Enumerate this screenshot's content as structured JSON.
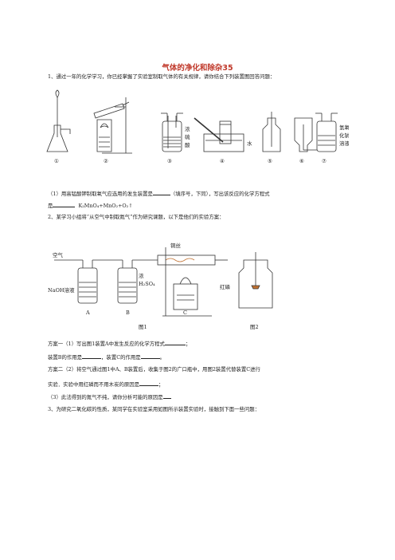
{
  "title": "气体的净化和除杂35",
  "q1": {
    "intro": "1、通过一年的化学学习，你已经掌握了实验室制取气体的有关规律，请你结合下列装置图回答问题：",
    "labels": {
      "conc_acid_1": "浓",
      "conc_acid_2": "硫",
      "conc_acid_3": "酸",
      "water": "水",
      "naoh_1": "氢氧",
      "naoh_2": "化钠",
      "naoh_3": "溶液"
    },
    "numbers": [
      "①",
      "②",
      "③",
      "④",
      "⑤",
      "⑥",
      "⑦"
    ],
    "part1_a": "（1）用高锰酸钾制取氧气应选用的发生装置是",
    "part1_b": "（填序号，下同），写出该反应的化学方程式",
    "part1_c": "是",
    "part1_eq": "K₂MnO₄+MnO₂+O₂↑"
  },
  "q2": {
    "intro": "2、某学习小组将“从空气中制取氮气”作为研究课题，以下是他们的实验方案：",
    "labels": {
      "air": "空气",
      "copper": "铜丝",
      "naoh": "NaOH溶液",
      "conc": "浓",
      "h2so4": "H₂SO₄",
      "a": "A",
      "b": "B",
      "c": "C",
      "red_p": "红磷",
      "fig1": "图1",
      "fig2": "图2"
    },
    "plan1_a": "方案一（1）写出图1装置A中发生反应的化学方程式",
    "plan1_end": "；",
    "plan1_b1": "装置B的作用是",
    "plan1_b2": "，装置C的作用是",
    "plan1_b3": "。",
    "plan2_a": "方案二（2）将空气通过图1中A、B装置后，收集于图2的广口瓶中，用图2装置代替装置C进行",
    "plan2_b": "实验．实验中用红磷而不用木炭的原因是",
    "plan2_end": "；",
    "part3": "（3）此法得到的氮气不纯，请你分析可能的原因是"
  },
  "q3": {
    "intro": "3、为研究二氧化碳的性质，某同学在实验室采用如图所示装置实验时，接触到下面一些问题："
  }
}
